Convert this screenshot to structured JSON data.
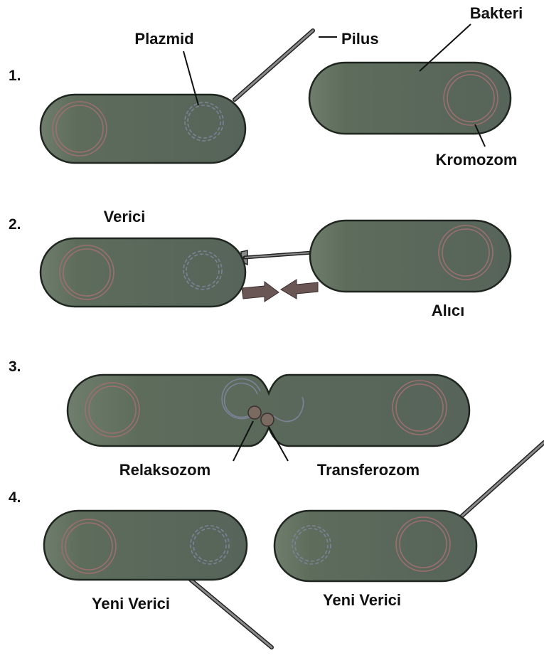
{
  "steps": [
    "1.",
    "2.",
    "3.",
    "4."
  ],
  "labels": {
    "plasmid": "Plazmid",
    "pilus": "Pilus",
    "bacterium": "Bakteri",
    "chromosome": "Kromozom",
    "donor": "Verici",
    "recipient": "Alıcı",
    "relaxosome": "Relaksozom",
    "transferosome": "Transferozom",
    "new_donor_left": "Yeni Verici",
    "new_donor_right": "Yeni Verici"
  },
  "colors": {
    "cell_fill": "#5c6a5b",
    "cell_outline": "#1f261f",
    "chromosome": "#9c6f6f",
    "plasmid": "#7c8296",
    "pilus": "#3a3a3a",
    "arrow": "#6b5656",
    "complex": "#7a6a60"
  }
}
